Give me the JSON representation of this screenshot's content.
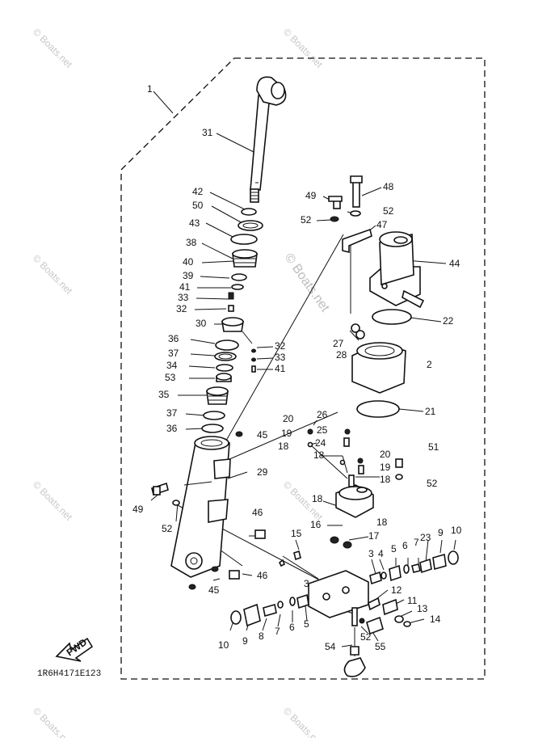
{
  "diagram": {
    "code": "1R6H4171E123",
    "fwd": "FWD",
    "watermark": "© Boats.net"
  },
  "callouts": [
    {
      "id": "c1",
      "n": "1"
    },
    {
      "id": "c31",
      "n": "31"
    },
    {
      "id": "c42",
      "n": "42"
    },
    {
      "id": "c50",
      "n": "50"
    },
    {
      "id": "c43",
      "n": "43"
    },
    {
      "id": "c38",
      "n": "38"
    },
    {
      "id": "c40",
      "n": "40"
    },
    {
      "id": "c39",
      "n": "39"
    },
    {
      "id": "c41a",
      "n": "41"
    },
    {
      "id": "c33a",
      "n": "33"
    },
    {
      "id": "c32a",
      "n": "32"
    },
    {
      "id": "c30",
      "n": "30"
    },
    {
      "id": "c36a",
      "n": "36"
    },
    {
      "id": "c37a",
      "n": "37"
    },
    {
      "id": "c34",
      "n": "34"
    },
    {
      "id": "c53",
      "n": "53"
    },
    {
      "id": "c35",
      "n": "35"
    },
    {
      "id": "c37b",
      "n": "37"
    },
    {
      "id": "c36b",
      "n": "36"
    },
    {
      "id": "c32b",
      "n": "32"
    },
    {
      "id": "c33b",
      "n": "33"
    },
    {
      "id": "c41b",
      "n": "41"
    },
    {
      "id": "c48",
      "n": "48"
    },
    {
      "id": "c49a",
      "n": "49"
    },
    {
      "id": "c52a",
      "n": "52"
    },
    {
      "id": "c52b",
      "n": "52"
    },
    {
      "id": "c47",
      "n": "47"
    },
    {
      "id": "c44",
      "n": "44"
    },
    {
      "id": "c22",
      "n": "22"
    },
    {
      "id": "c27",
      "n": "27"
    },
    {
      "id": "c28",
      "n": "28"
    },
    {
      "id": "c2",
      "n": "2"
    },
    {
      "id": "c21",
      "n": "21"
    },
    {
      "id": "c20a",
      "n": "20"
    },
    {
      "id": "c26",
      "n": "26"
    },
    {
      "id": "c19a",
      "n": "19"
    },
    {
      "id": "c25",
      "n": "25"
    },
    {
      "id": "c24",
      "n": "24"
    },
    {
      "id": "c18a",
      "n": "18"
    },
    {
      "id": "c18b",
      "n": "18"
    },
    {
      "id": "c45a",
      "n": "45"
    },
    {
      "id": "c20b",
      "n": "20"
    },
    {
      "id": "c51",
      "n": "51"
    },
    {
      "id": "c19b",
      "n": "19"
    },
    {
      "id": "c18c",
      "n": "18"
    },
    {
      "id": "c52c",
      "n": "52"
    },
    {
      "id": "c29",
      "n": "29"
    },
    {
      "id": "c49b",
      "n": "49"
    },
    {
      "id": "c52d",
      "n": "52"
    },
    {
      "id": "c18d",
      "n": "18"
    },
    {
      "id": "c18e",
      "n": "18"
    },
    {
      "id": "c16",
      "n": "16"
    },
    {
      "id": "c17",
      "n": "17"
    },
    {
      "id": "c46a",
      "n": "46"
    },
    {
      "id": "c15",
      "n": "15"
    },
    {
      "id": "c3a",
      "n": "3"
    },
    {
      "id": "c4",
      "n": "4"
    },
    {
      "id": "c5a",
      "n": "5"
    },
    {
      "id": "c6a",
      "n": "6"
    },
    {
      "id": "c7a",
      "n": "7"
    },
    {
      "id": "c23",
      "n": "23"
    },
    {
      "id": "c9a",
      "n": "9"
    },
    {
      "id": "c10a",
      "n": "10"
    },
    {
      "id": "c46b",
      "n": "46"
    },
    {
      "id": "c45b",
      "n": "45"
    },
    {
      "id": "c12",
      "n": "12"
    },
    {
      "id": "c11",
      "n": "11"
    },
    {
      "id": "c13",
      "n": "13"
    },
    {
      "id": "c14",
      "n": "14"
    },
    {
      "id": "c3b",
      "n": "3"
    },
    {
      "id": "c5b",
      "n": "5"
    },
    {
      "id": "c6b",
      "n": "6"
    },
    {
      "id": "c7b",
      "n": "7"
    },
    {
      "id": "c8",
      "n": "8"
    },
    {
      "id": "c9b",
      "n": "9"
    },
    {
      "id": "c10b",
      "n": "10"
    },
    {
      "id": "c52e",
      "n": "52"
    },
    {
      "id": "c55",
      "n": "55"
    },
    {
      "id": "c54",
      "n": "54"
    }
  ]
}
